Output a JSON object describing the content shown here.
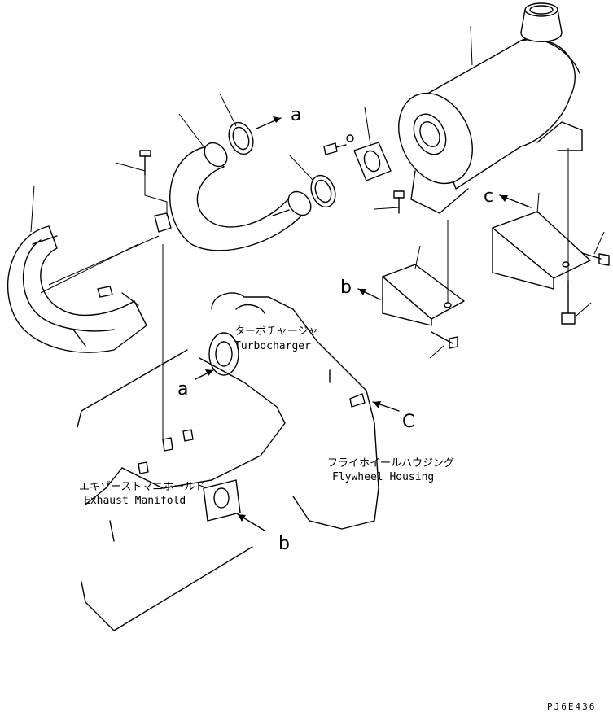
{
  "labels": {
    "turbo_jp": "ターボチャージャ",
    "turbo_en": "Turbocharger",
    "flywheel_jp": "フライホイールハウジング",
    "flywheel_en": "Flywheel Housing",
    "manifold_jp": "エキゾーストマニホールド",
    "manifold_en": "Exhaust Manifold"
  },
  "callouts": {
    "a_top": "a",
    "a_turbo": "a",
    "b_bracket": "b",
    "b_bottom": "b",
    "c_bracket": "c",
    "c_engine": "C"
  },
  "figure_code": "PJ6E436"
}
